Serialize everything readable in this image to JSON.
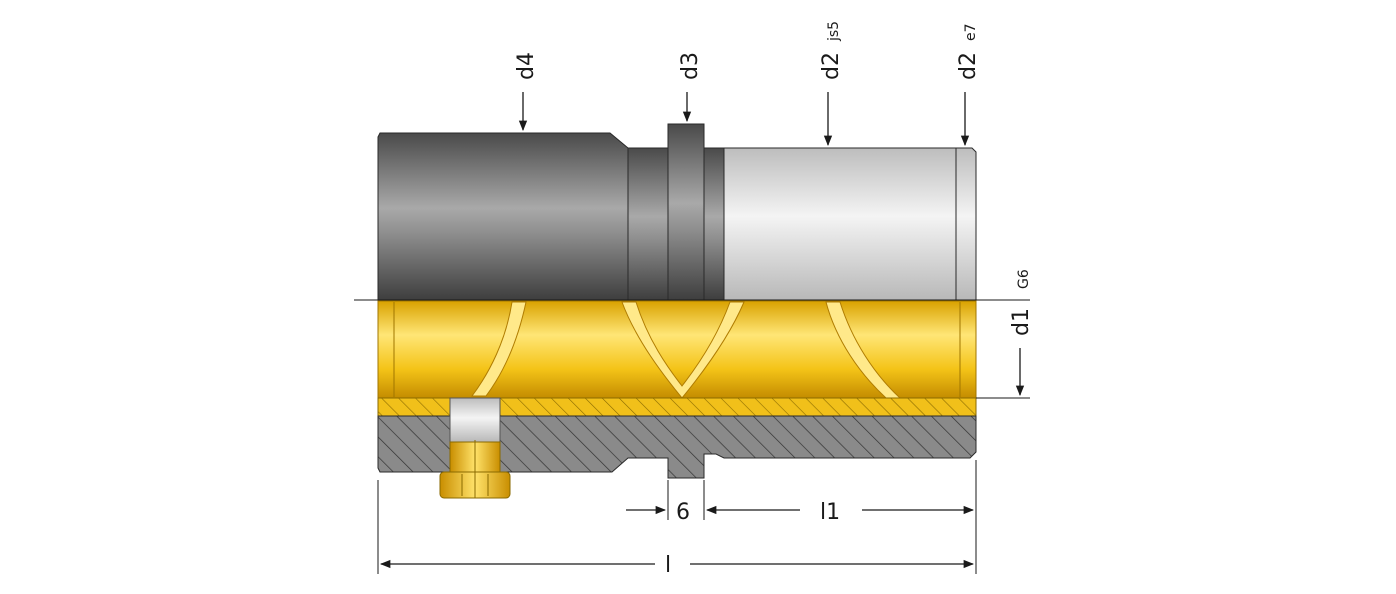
{
  "labels": {
    "d4": "d4",
    "d3": "d3",
    "d2js5_main": "d2",
    "d2js5_sub": "js5",
    "d2e7_main": "d2",
    "d2e7_sub": "e7",
    "d1_main": "d1",
    "d1_sub": "G6",
    "dim6": "6",
    "dimL1": "l1",
    "dimL": "l"
  },
  "colors": {
    "dark_steel": "#6b6b6b",
    "light_steel": "#d8d8d8",
    "brass": "#f2c21a",
    "section_grey": "#8c8c8c",
    "ink": "#1a1a1a"
  }
}
